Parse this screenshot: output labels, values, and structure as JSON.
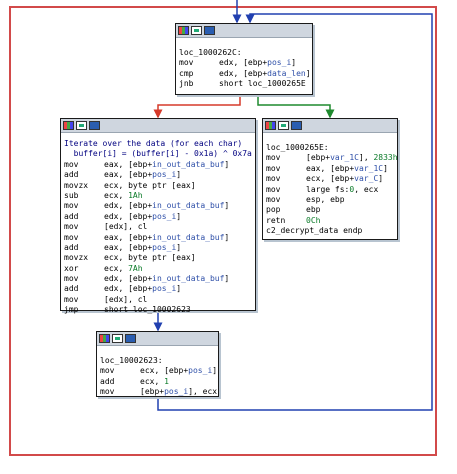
{
  "graph": {
    "edge_colors": {
      "loop": "#2140b0",
      "false_branch": "#d63a2a",
      "true_branch": "#1f8a2e",
      "flow": "#2140b0"
    },
    "frame_color": "#d24a4a"
  },
  "nodes": {
    "top": {
      "label": "loc_1000262C:",
      "lines": [
        {
          "mn": "mov",
          "ops": [
            [
              "edx, [ebp+",
              ""
            ],
            [
              "pos_i",
              "v"
            ],
            [
              "]",
              ""
            ]
          ]
        },
        {
          "mn": "cmp",
          "ops": [
            [
              "edx, [ebp+",
              ""
            ],
            [
              "data_len",
              "v"
            ],
            [
              "]",
              ""
            ]
          ]
        },
        {
          "mn": "jnb",
          "ops": [
            [
              "short loc_1000265E",
              ""
            ]
          ]
        }
      ]
    },
    "loop_body": {
      "comments": [
        "Iterate over the data (for each char)",
        "  buffer[i] = (buffer[i] - 0x1a) ^ 0x7a"
      ],
      "lines": [
        {
          "mn": "mov",
          "ops": [
            [
              "eax, [ebp+",
              ""
            ],
            [
              "in_out_data_buf",
              "v"
            ],
            [
              "]",
              ""
            ]
          ]
        },
        {
          "mn": "add",
          "ops": [
            [
              "eax, [ebp+",
              ""
            ],
            [
              "pos_i",
              "v"
            ],
            [
              "]",
              ""
            ]
          ]
        },
        {
          "mn": "movzx",
          "ops": [
            [
              "ecx, byte ptr [eax]",
              ""
            ]
          ]
        },
        {
          "mn": "sub",
          "ops": [
            [
              "ecx, ",
              ""
            ],
            [
              "1Ah",
              "n"
            ]
          ]
        },
        {
          "mn": "mov",
          "ops": [
            [
              "edx, [ebp+",
              ""
            ],
            [
              "in_out_data_buf",
              "v"
            ],
            [
              "]",
              ""
            ]
          ]
        },
        {
          "mn": "add",
          "ops": [
            [
              "edx, [ebp+",
              ""
            ],
            [
              "pos_i",
              "v"
            ],
            [
              "]",
              ""
            ]
          ]
        },
        {
          "mn": "mov",
          "ops": [
            [
              "[edx], cl",
              ""
            ]
          ]
        },
        {
          "mn": "mov",
          "ops": [
            [
              "eax, [ebp+",
              ""
            ],
            [
              "in_out_data_buf",
              "v"
            ],
            [
              "]",
              ""
            ]
          ]
        },
        {
          "mn": "add",
          "ops": [
            [
              "eax, [ebp+",
              ""
            ],
            [
              "pos_i",
              "v"
            ],
            [
              "]",
              ""
            ]
          ]
        },
        {
          "mn": "movzx",
          "ops": [
            [
              "ecx, byte ptr [eax]",
              ""
            ]
          ]
        },
        {
          "mn": "xor",
          "ops": [
            [
              "ecx, ",
              ""
            ],
            [
              "7Ah",
              "n"
            ]
          ]
        },
        {
          "mn": "mov",
          "ops": [
            [
              "edx, [ebp+",
              ""
            ],
            [
              "in_out_data_buf",
              "v"
            ],
            [
              "]",
              ""
            ]
          ]
        },
        {
          "mn": "add",
          "ops": [
            [
              "edx, [ebp+",
              ""
            ],
            [
              "pos_i",
              "v"
            ],
            [
              "]",
              ""
            ]
          ]
        },
        {
          "mn": "mov",
          "ops": [
            [
              "[edx], cl",
              ""
            ]
          ]
        },
        {
          "mn": "jmp",
          "ops": [
            [
              "short loc_10002623",
              ""
            ]
          ]
        }
      ]
    },
    "exit": {
      "label": "loc_1000265E:",
      "lines": [
        {
          "mn": "mov",
          "ops": [
            [
              "[ebp+",
              ""
            ],
            [
              "var_1C",
              "v"
            ],
            [
              "], ",
              ""
            ],
            [
              "2833h",
              "n"
            ]
          ]
        },
        {
          "mn": "mov",
          "ops": [
            [
              "eax, [ebp+",
              ""
            ],
            [
              "var_1C",
              "v"
            ],
            [
              "]",
              ""
            ]
          ]
        },
        {
          "mn": "mov",
          "ops": [
            [
              "ecx, [ebp+",
              ""
            ],
            [
              "var_C",
              "v"
            ],
            [
              "]",
              ""
            ]
          ]
        },
        {
          "mn": "mov",
          "ops": [
            [
              "large fs:",
              ""
            ],
            [
              "0",
              "n"
            ],
            [
              ", ecx",
              ""
            ]
          ]
        },
        {
          "mn": "mov",
          "ops": [
            [
              "esp, ebp",
              ""
            ]
          ]
        },
        {
          "mn": "pop",
          "ops": [
            [
              "ebp",
              ""
            ]
          ]
        },
        {
          "mn": "retn",
          "ops": [
            [
              "0Ch",
              "n"
            ]
          ]
        }
      ],
      "footer": "c2_decrypt_data endp"
    },
    "increment": {
      "label": "loc_10002623:",
      "lines": [
        {
          "mn": "mov",
          "ops": [
            [
              "ecx, [ebp+",
              ""
            ],
            [
              "pos_i",
              "v"
            ],
            [
              "]",
              ""
            ]
          ]
        },
        {
          "mn": "add",
          "ops": [
            [
              "ecx, ",
              ""
            ],
            [
              "1",
              "n"
            ]
          ]
        },
        {
          "mn": "mov",
          "ops": [
            [
              "[ebp+",
              ""
            ],
            [
              "pos_i",
              "v"
            ],
            [
              "], ecx",
              ""
            ]
          ]
        }
      ]
    }
  }
}
